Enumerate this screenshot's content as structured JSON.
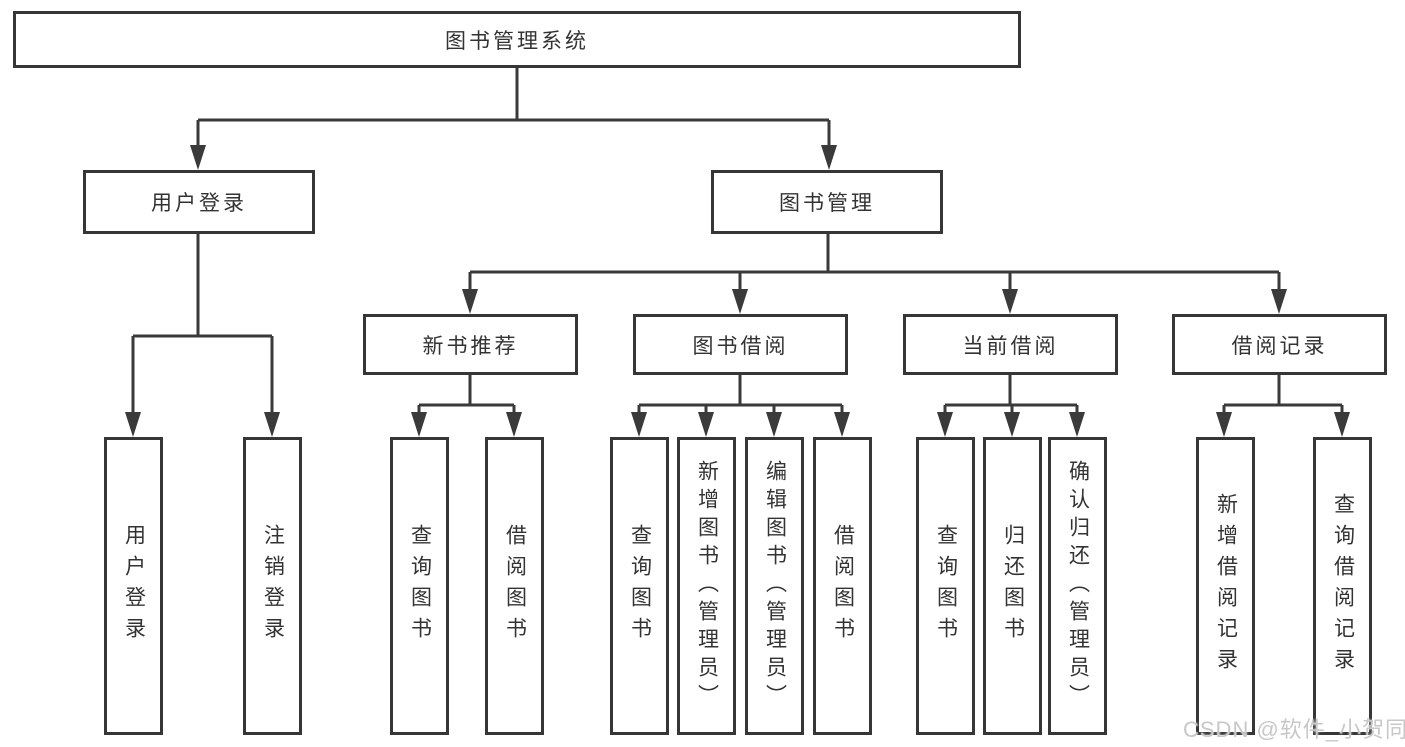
{
  "diagram": {
    "root": {
      "label": "图书管理系统"
    },
    "user_login": {
      "label": "用户登录",
      "children": [
        {
          "label": "用户登录"
        },
        {
          "label": "注销登录"
        }
      ]
    },
    "book_management": {
      "label": "图书管理",
      "modules": [
        {
          "label": "新书推荐",
          "children": [
            {
              "label": "查询图书"
            },
            {
              "label": "借阅图书"
            }
          ]
        },
        {
          "label": "图书借阅",
          "children": [
            {
              "label": "查询图书"
            },
            {
              "label": "新增图书（管理员）"
            },
            {
              "label": "编辑图书（管理员）"
            },
            {
              "label": "借阅图书"
            }
          ]
        },
        {
          "label": "当前借阅",
          "children": [
            {
              "label": "查询图书"
            },
            {
              "label": "归还图书"
            },
            {
              "label": "确认归还（管理员）"
            }
          ]
        },
        {
          "label": "借阅记录",
          "children": [
            {
              "label": "新增借阅记录"
            },
            {
              "label": "查询借阅记录"
            }
          ]
        }
      ]
    },
    "watermark": "CSDN @软件_小贺同学",
    "colors": {
      "line": "#3a3a3a",
      "border": "#363636",
      "text": "#333333",
      "watermark": "#c8c8c8",
      "background": "#ffffff"
    }
  }
}
